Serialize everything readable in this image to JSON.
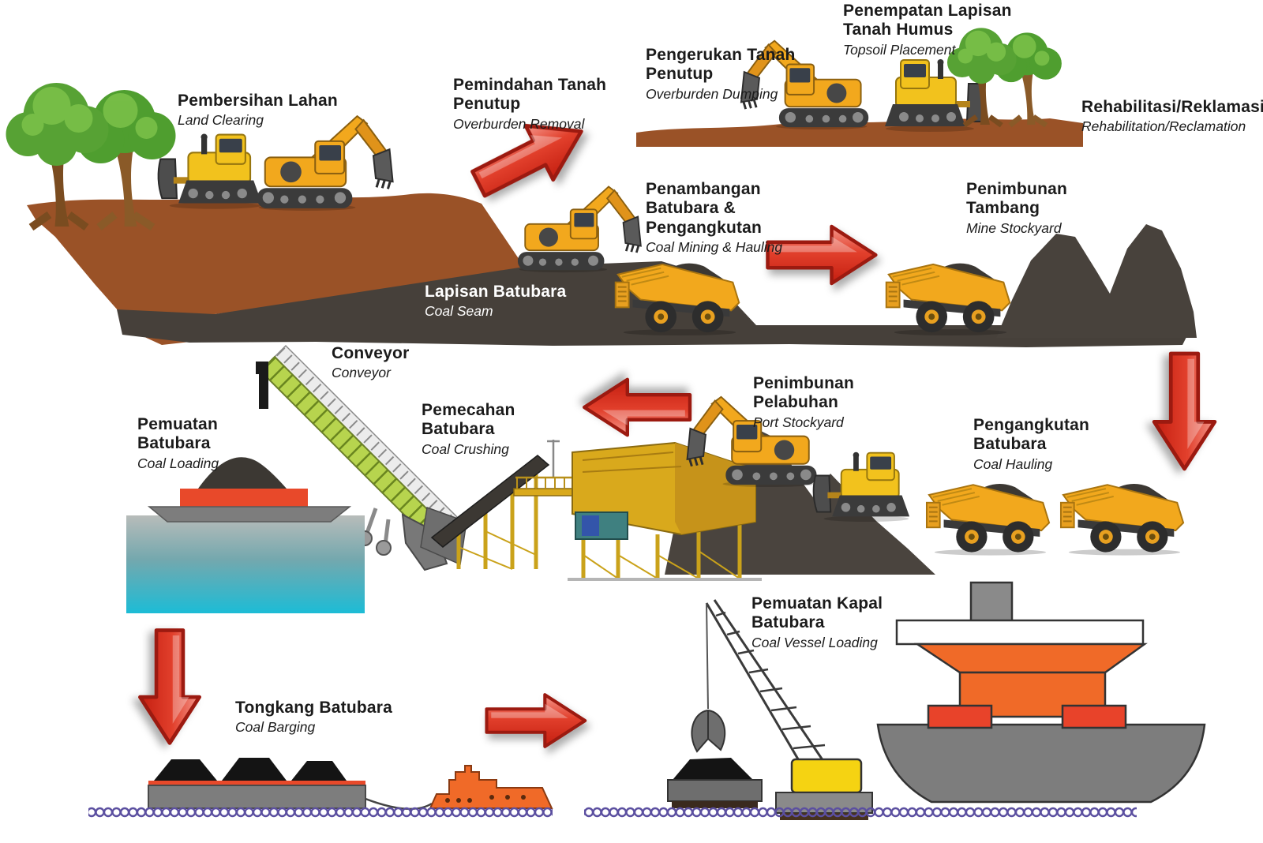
{
  "stages": {
    "land_clearing": {
      "id": "Pembersihan Lahan",
      "en": "Land Clearing"
    },
    "overburden_removal": {
      "id": "Pemindahan Tanah Penutup",
      "en": "Overburden Removal"
    },
    "overburden_dumping": {
      "id": "Pengerukan Tanah Penutup",
      "en": "Overburden Dumping"
    },
    "topsoil_placement": {
      "id": "Penempatan Lapisan Tanah Humus",
      "en": "Topsoil Placement"
    },
    "rehabilitation": {
      "id": "Rehabilitasi/Reklamasi",
      "en": "Rehabilitation/Reclamation"
    },
    "coal_mining_hauling": {
      "id": "Penambangan Batubara & Pengangkutan",
      "en": "Coal Mining & Hauling"
    },
    "mine_stockyard": {
      "id": "Penimbunan Tambang",
      "en": "Mine Stockyard"
    },
    "coal_seam": {
      "id": "Lapisan Batubara",
      "en": "Coal Seam"
    },
    "conveyor": {
      "id": "Conveyor",
      "en": "Conveyor"
    },
    "coal_loading": {
      "id": "Pemuatan Batubara",
      "en": "Coal Loading"
    },
    "coal_crushing": {
      "id": "Pemecahan Batubara",
      "en": "Coal Crushing"
    },
    "port_stockyard": {
      "id": "Penimbunan Pelabuhan",
      "en": "Port Stockyard"
    },
    "coal_hauling": {
      "id": "Pengangkutan Batubara",
      "en": "Coal Hauling"
    },
    "coal_barging": {
      "id": "Tongkang Batubara",
      "en": "Coal Barging"
    },
    "coal_vessel_loading": {
      "id": "Pemuatan Kapal Batubara",
      "en": "Coal Vessel Loading"
    }
  },
  "colors": {
    "earth_brown": "#9a5227",
    "coal_dark": "#46403a",
    "coal_black": "#141414",
    "arrow_red": "#e2402c",
    "arrow_red_dark": "#9c1a10",
    "machine_yellow": "#f2a81d",
    "dozer_yellow": "#f2c21d",
    "crusher_yellow": "#d9a91c",
    "crane_yellow": "#f5d312",
    "conveyor_green": "#b7d44e",
    "tree_green": "#57a234",
    "orange": "#f06a28",
    "red_cargo": "#e8492a",
    "hull_grey": "#7d7d7d",
    "water_top": "#b8bcba",
    "water_bottom": "#1cbcd6",
    "wave_purple": "#5b4fa0",
    "white": "#ffffff",
    "text_black": "#1b1b1b"
  },
  "icons": {
    "excavator-icon": "tracked excavator",
    "bulldozer-icon": "tracked bulldozer",
    "haul-truck-icon": "mining dump truck loaded with coal",
    "trees-icon": "green trees",
    "flow-arrow-icon": "red process flow arrow",
    "conveyor-icon": "inclined belt conveyor",
    "crusher-plant-icon": "coal crushing plant",
    "coal-barge-icon": "coal barge",
    "tugboat-icon": "tugboat",
    "floating-crane-icon": "crane with clamshell grab",
    "bulk-vessel-icon": "bulk cargo ship",
    "coal-pile-icon": "coal stockpile",
    "water-waves-icon": "purple water wave loops"
  }
}
